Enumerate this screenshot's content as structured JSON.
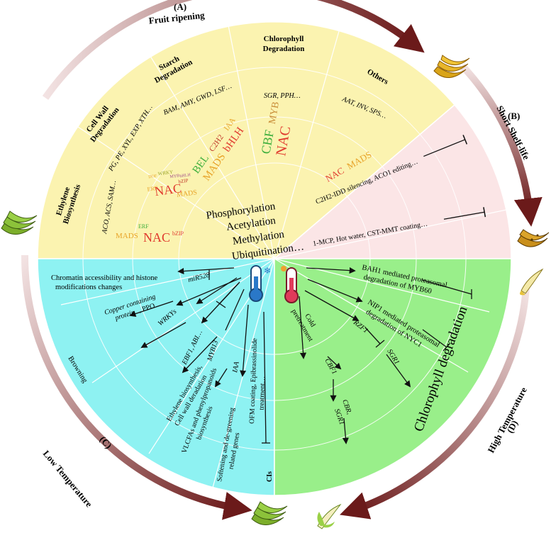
{
  "outer": {
    "A": "(A)",
    "A_title": "Fruit ripening",
    "B": "(B)",
    "B_title": "Short Shelf-life",
    "C": "(C)",
    "C_title": "Low Temperature",
    "D": "(D)",
    "D_title": "High Temperature"
  },
  "ripening": {
    "categories": {
      "ethylene": [
        "Ethylene",
        "Biosynthesis"
      ],
      "cellwall": [
        "Cell Wall",
        "Degradation"
      ],
      "starch": [
        "Starch",
        "Degradation"
      ],
      "chlorophyll": [
        "Chlorophyll",
        "Degradation"
      ],
      "others": "Others"
    },
    "genes": {
      "ethylene": "ACO, ACS, SAM…",
      "cellwall": "PG, PE, XYL, EXP, XTH…",
      "starch": "BAM, AMY, GWD, LSF…",
      "chlorophyll": "SGR, PPH…",
      "others": "AAT, INV, SPS…"
    },
    "tf": {
      "eth_erf": "ERF",
      "eth_mads": "MADS",
      "eth_nac": "NAC",
      "eth_bzip": "bZIP",
      "cw_nac": "NAC",
      "cw_mads": "MADS",
      "cw_erf": "ERF",
      "cw_bzip": "bZIP",
      "cw_wrky": "WRKY",
      "cw_myb": "MYB",
      "cw_bhlh": "bHLH",
      "cw_dof": "DOF",
      "st_bel": "BEL",
      "st_c2h2": "C2H2",
      "st_iaa": "IAA",
      "st_mads": "MADS",
      "st_bhlh": "bHLH",
      "ch_cbf": "CBF",
      "ch_myb": "MYB",
      "ch_nac": "NAC",
      "ot_nac": "NAC",
      "ot_mads": "MADS"
    },
    "mods": [
      "Phosphorylation",
      "Acetylation",
      "Methylation",
      "Ubiquitination…"
    ]
  },
  "shelf": {
    "item1": "C2H2-IDD silencing, ACO1 editing…",
    "item2": "1-MCP, Hot water, CST-MMT coating…"
  },
  "low": {
    "chromatin": "Chromatin accessibility and histone modifications changes",
    "mir": "miR528",
    "copper": [
      "Copper containing",
      "protein"
    ],
    "ppo": ", PPO",
    "wrkys": "WRKYs",
    "browning": "Browning",
    "ebf": "EBF1, ABI…",
    "ethylene": [
      "Ethylene biosynthesis,",
      "Cell wall deradation"
    ],
    "myb13": "MYB13",
    "vlcfa": [
      "VLCFAs and phenylpropanoids",
      "biosynthesis"
    ],
    "iaa": "IAA",
    "softening": [
      "Softening and de-greening",
      "related genes"
    ],
    "ofm": [
      "OFM coating, Epibrassinolide",
      "treatment…"
    ],
    "cis": "CIs"
  },
  "high": {
    "bah1": [
      "BAH1 mediated proteasomal",
      "degradation of MYB60"
    ],
    "nip1": [
      "NIP1 mediated proteasomal",
      "degradation of NYC1"
    ],
    "rzf1": "RZF1",
    "sgr1a": "SGR1",
    "cold": [
      "Cold",
      "pretreatment"
    ],
    "cbf1": "CBF1",
    "cbr": "CBR,",
    "sgr1b": "SGR1",
    "chl": "Chlorophyll degradation"
  },
  "colors": {
    "yellow": "#fbf3b0",
    "pink": "#fbe5e6",
    "cyan": "#8ef2f2",
    "green": "#99ef8a",
    "arrow": "#6b1a1a",
    "nac": "#e03a2e",
    "mads": "#e8a42a",
    "erf": "#3cae3c",
    "bzip": "#e03a2e"
  }
}
